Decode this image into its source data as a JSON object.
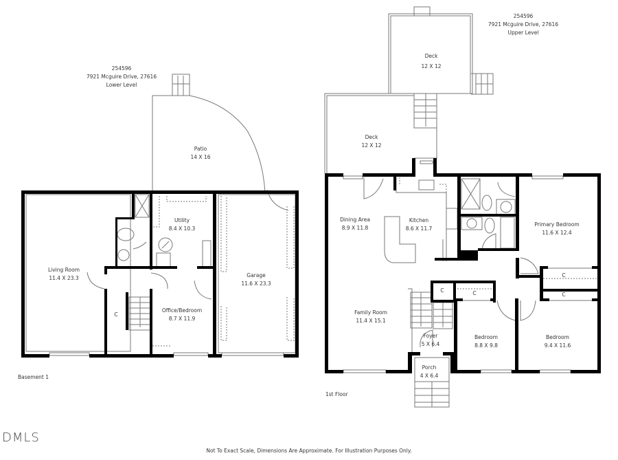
{
  "lower_level": {
    "header": {
      "id": "254596",
      "address": "7921 Mcguire Drive, 27616",
      "level": "Lower Level"
    },
    "floor_name": "Basement 1",
    "rooms": [
      {
        "name": "Patio",
        "dims": "14 X 16"
      },
      {
        "name": "Utility",
        "dims": "8.4 X 10.3"
      },
      {
        "name": "Living Room",
        "dims": "11.4 X 23.3"
      },
      {
        "name": "Garage",
        "dims": "11.6 X 23.3"
      },
      {
        "name": "Office/Bedroom",
        "dims": "8.7 X 11.9"
      },
      {
        "name": "C",
        "dims": ""
      }
    ]
  },
  "upper_level": {
    "header": {
      "id": "254596",
      "address": "7921 Mcguire Drive, 27616",
      "level": "Upper Level"
    },
    "floor_name": "1st Floor",
    "rooms": [
      {
        "name": "Deck",
        "dims": "12 X 12"
      },
      {
        "name": "Deck",
        "dims": "12 X 12"
      },
      {
        "name": "Dining Area",
        "dims": "8.9 X 11.8"
      },
      {
        "name": "Kitchen",
        "dims": "8.6 X 11.7"
      },
      {
        "name": "Primary Bedroom",
        "dims": "11.6 X 12.4"
      },
      {
        "name": "Family Room",
        "dims": "11.4 X 15.1"
      },
      {
        "name": "Foyer",
        "dims": "5 X 6.4"
      },
      {
        "name": "Porch",
        "dims": "4 X 6.4"
      },
      {
        "name": "Bedroom",
        "dims": "8.8 X 9.8"
      },
      {
        "name": "Bedroom",
        "dims": "9.4 X 11.6"
      },
      {
        "name": "C",
        "dims": ""
      },
      {
        "name": "C",
        "dims": ""
      },
      {
        "name": "C",
        "dims": ""
      },
      {
        "name": "C",
        "dims": ""
      }
    ]
  },
  "footer": {
    "disclaimer": "Not To Exact Scale, Dimensions Are Approximate. For Illustration Purposes Only."
  },
  "logo": {
    "text": "DMLS"
  },
  "colors": {
    "wall": "#000000",
    "line": "#666666",
    "text": "#333333",
    "background": "#ffffff"
  }
}
